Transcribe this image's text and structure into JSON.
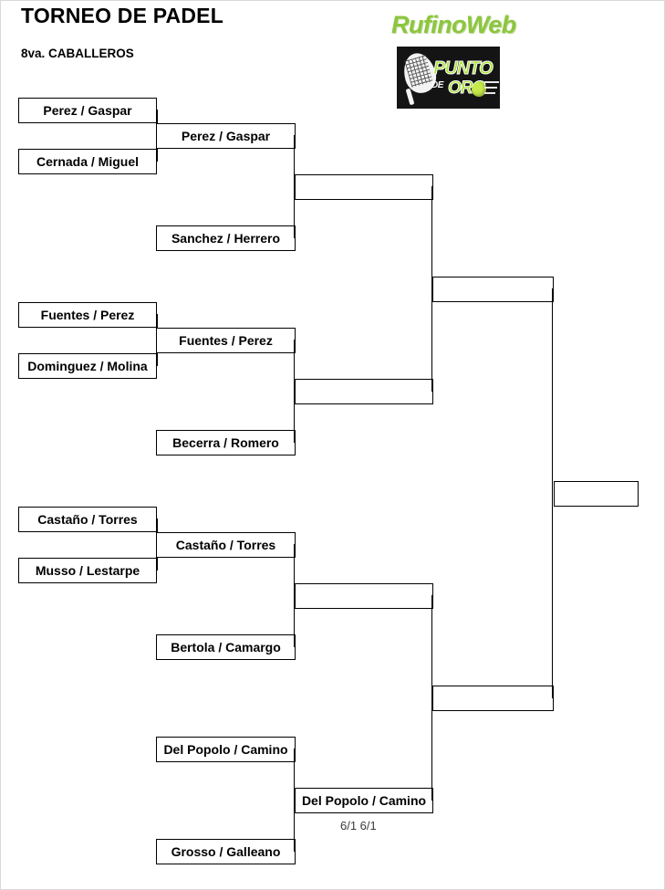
{
  "header": {
    "title": "TORNEO DE PADEL",
    "category": "8va. CABALLEROS"
  },
  "branding": {
    "wordmark": "RufinoWeb",
    "sponsor": {
      "line1": "PUNTO",
      "line2": "DE",
      "line3": "ORO"
    }
  },
  "colors": {
    "brand_green": "#8CC63E",
    "sponsor_green": "#A6E22E",
    "sponsor_bg": "#141414",
    "line": "#000000",
    "score_text": "#3a3a3a"
  },
  "bracket": {
    "round1": [
      {
        "id": "r1-m1-t1",
        "label": "Perez / Gaspar"
      },
      {
        "id": "r1-m1-t2",
        "label": "Cernada / Miguel"
      },
      {
        "id": "r1-m2-t1",
        "label": "Fuentes / Perez"
      },
      {
        "id": "r1-m2-t2",
        "label": "Dominguez / Molina"
      },
      {
        "id": "r1-m3-t1",
        "label": "Castaño / Torres"
      },
      {
        "id": "r1-m3-t2",
        "label": "Musso / Lestarpe"
      }
    ],
    "round2": [
      {
        "id": "r2-s1",
        "label": "Perez / Gaspar"
      },
      {
        "id": "r2-s2",
        "label": "Sanchez / Herrero"
      },
      {
        "id": "r2-s3",
        "label": "Fuentes / Perez"
      },
      {
        "id": "r2-s4",
        "label": "Becerra / Romero"
      },
      {
        "id": "r2-s5",
        "label": "Castaño / Torres"
      },
      {
        "id": "r2-s6",
        "label": "Bertola / Camargo"
      },
      {
        "id": "r2-s7",
        "label": "Del Popolo / Camino"
      },
      {
        "id": "r2-s8",
        "label": "Grosso / Galleano"
      }
    ],
    "round3": [
      {
        "id": "r3-s1",
        "label": ""
      },
      {
        "id": "r3-s2",
        "label": ""
      },
      {
        "id": "r3-s3",
        "label": ""
      },
      {
        "id": "r3-s4",
        "label": "Del Popolo / Camino"
      }
    ],
    "round4": [
      {
        "id": "r4-s1",
        "label": ""
      },
      {
        "id": "r4-s2",
        "label": ""
      }
    ],
    "final": [
      {
        "id": "final-s1",
        "label": ""
      }
    ],
    "scores": [
      {
        "id": "score-r3-s4",
        "value": "6/1 6/1"
      }
    ]
  }
}
